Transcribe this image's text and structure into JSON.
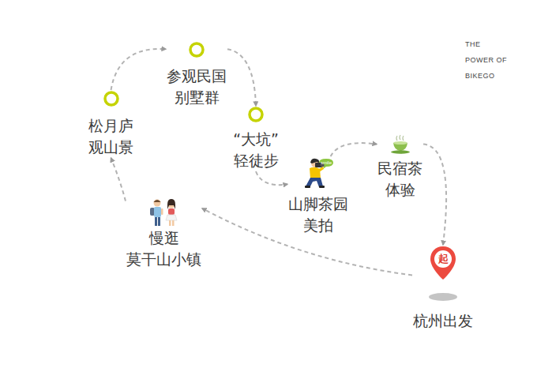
{
  "diagram": {
    "nodes": [
      {
        "text": [
          "起",
          "杭州出发"
        ]
      },
      {
        "text": [
          "慢逛 莫干山小镇"
        ]
      },
      {
        "text": [
          "松月庐 观山景"
        ]
      },
      {
        "text": [
          "参观民国 别墅群"
        ]
      },
      {
        "text": [
          "“大坑” 轻徒步"
        ]
      },
      {
        "text": [
          "山脚茶园 美拍"
        ]
      },
      {
        "text": [
          "民宿茶 体验"
        ]
      }
    ],
    "edges": [
      {
        "from": 0,
        "to": 1,
        "arrow": "to"
      },
      {
        "from": 1,
        "to": 2,
        "arrow": "to"
      },
      {
        "from": 2,
        "to": 3,
        "arrow": "to"
      },
      {
        "from": 3,
        "to": 4,
        "arrow": "to"
      },
      {
        "from": 4,
        "to": 5,
        "arrow": "to"
      },
      {
        "from": 5,
        "to": 6,
        "arrow": "to"
      },
      {
        "from": 6,
        "to": 0,
        "arrow": "to"
      }
    ],
    "labels": [
      "THE POWER OF BIKEGO",
      "smile"
    ]
  }
}
